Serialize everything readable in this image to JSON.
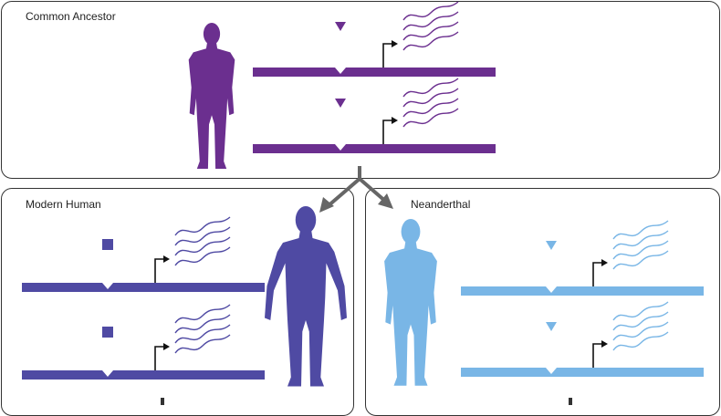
{
  "panels": {
    "ancestor": {
      "title": "Common Ancestor",
      "color": "#6b2f8f",
      "marker": "triangle",
      "rna": "squiggles",
      "gene_copies": 2
    },
    "human": {
      "title": "Modern Human",
      "color": "#4f4aa3",
      "marker": "square",
      "rna": "squiggles",
      "gene_copies": 2
    },
    "neanderthal": {
      "title": "Neanderthal",
      "color": "#79b6e6",
      "marker": "triangle",
      "rna": "squiggles",
      "gene_copies": 2
    }
  },
  "arrows": {
    "color": "#666666",
    "from": "ancestor",
    "to": [
      "human",
      "neanderthal"
    ]
  },
  "icons": {
    "person": "human-silhouette-icon",
    "promoter": "promoter-arrow-icon",
    "rna": "rna-squiggle-icon"
  }
}
